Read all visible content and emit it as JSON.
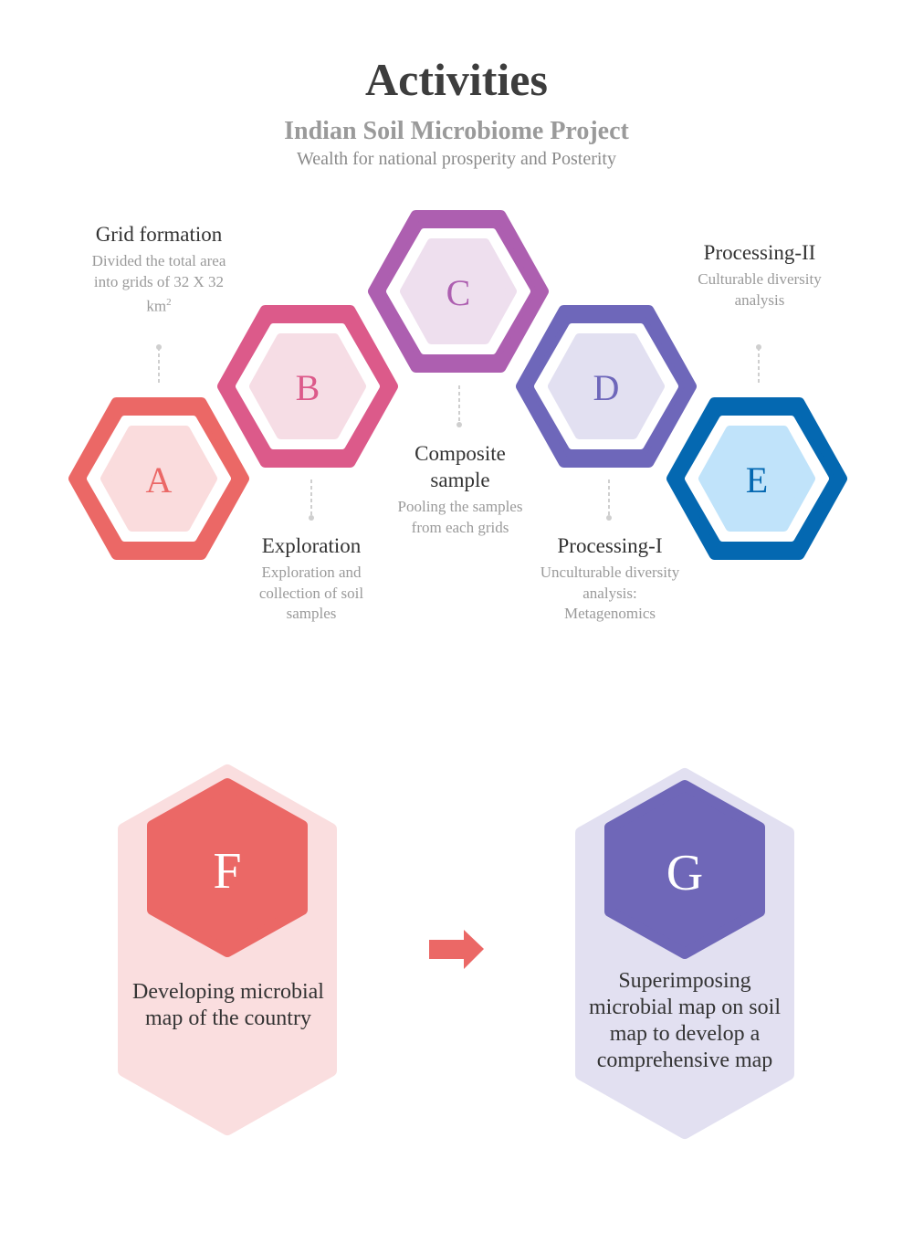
{
  "header": {
    "title": "Activities",
    "subtitle": "Indian Soil Microbiome Project",
    "tagline": "Wealth for national prosperity and Posterity"
  },
  "steps": [
    {
      "letter": "A",
      "title": "Grid formation",
      "description": "Divided the total area into grids of 32 X 32 km",
      "superscript": "2",
      "color": "#EB6866",
      "fill": "#FADCDD"
    },
    {
      "letter": "B",
      "title": "Exploration",
      "description": "Exploration and collection of soil samples",
      "color": "#DC5A8A",
      "fill": "#F6DDE5"
    },
    {
      "letter": "C",
      "title": "Composite sample",
      "description": "Pooling the samples from each grids",
      "color": "#AD5FB0",
      "fill": "#EEDFEE"
    },
    {
      "letter": "D",
      "title": "Processing-I",
      "description": "Unculturable diversity analysis: Metagenomics",
      "color": "#6E67BA",
      "fill": "#E2E0F1"
    },
    {
      "letter": "E",
      "title": "Processing-II",
      "description": "Culturable diversity analysis",
      "color": "#0468B1",
      "fill": "#C0E3FA"
    }
  ],
  "outcomes": [
    {
      "letter": "F",
      "text": "Developing microbial map of the country",
      "color": "#EB6866",
      "background": "#FADEDF"
    },
    {
      "letter": "G",
      "text": "Superimposing microbial map on soil map to develop a comprehensive map",
      "color": "#6F67B8",
      "background": "#E2E0F1"
    }
  ],
  "arrow_color": "#EB6866"
}
